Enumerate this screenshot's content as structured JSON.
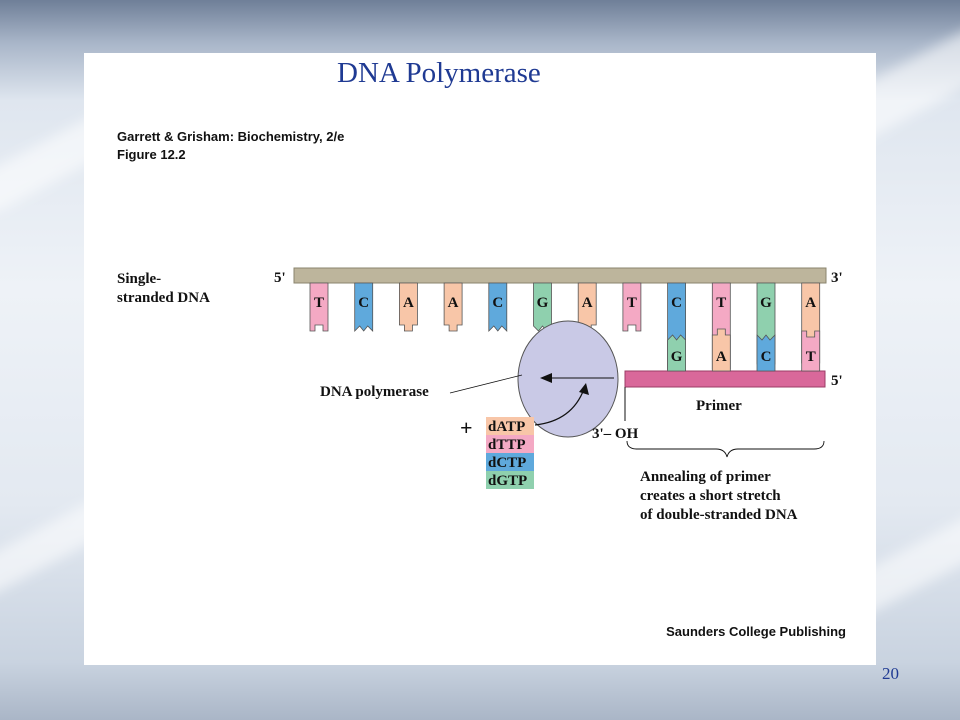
{
  "slide": {
    "title": "DNA Polymerase",
    "reference_line1": "Garrett & Grisham: Biochemistry, 2/e",
    "reference_line2": "Figure 12.2",
    "publisher": "Saunders College Publishing",
    "page_number": "20"
  },
  "diagram": {
    "label_single_stranded_1": "Single-",
    "label_single_stranded_2": "stranded DNA",
    "template_5prime": "5'",
    "template_3prime": "3'",
    "template_bases": [
      "T",
      "C",
      "A",
      "A",
      "C",
      "G",
      "A",
      "T",
      "C",
      "T",
      "G",
      "A"
    ],
    "primer_bases": [
      "G",
      "A",
      "C",
      "T"
    ],
    "primer_5prime": "5'",
    "label_dna_polymerase": "DNA polymerase",
    "label_primer": "Primer",
    "label_3oh": "3'– OH",
    "plus_sign": "+",
    "dntps": [
      "dATP",
      "dTTP",
      "dCTP",
      "dGTP"
    ],
    "annotation_line1": "Annealing of primer",
    "annotation_line2": "creates a short stretch",
    "annotation_line3": "of double-stranded DNA",
    "colors": {
      "T": "#f4a9c4",
      "C": "#5fa9dc",
      "A": "#f8c6a8",
      "G": "#8fd0ae",
      "template_strand": "#bdb59c",
      "primer_strand": "#d9689a",
      "polymerase": "#c9c9e6"
    }
  }
}
